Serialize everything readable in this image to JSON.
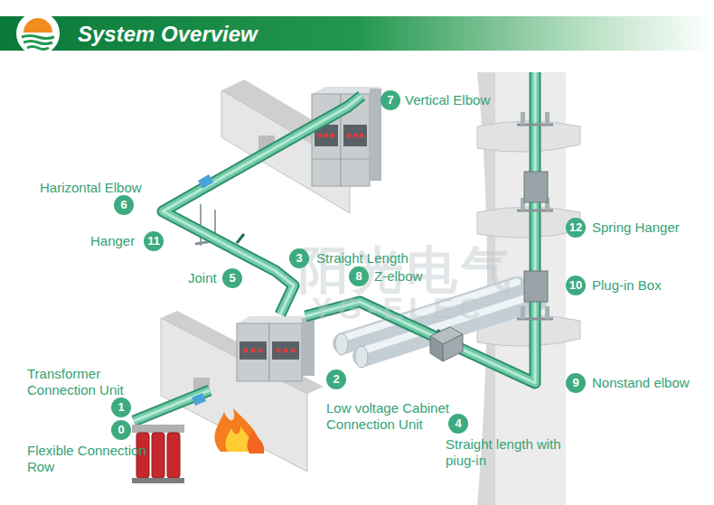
{
  "diagram": {
    "title": "System Overview",
    "nodes": [
      {
        "text": [
          "7",
          "Vertical Elbow"
        ]
      },
      {
        "text": [
          "6",
          "Harizontal Elbow"
        ]
      },
      {
        "text": [
          "12",
          "Spring Hanger"
        ]
      },
      {
        "text": [
          "11",
          "Hanger"
        ]
      },
      {
        "text": [
          "3",
          "Straight Length"
        ]
      },
      {
        "text": [
          "8",
          "Z-elbow"
        ]
      },
      {
        "text": [
          "5",
          "Joint"
        ]
      },
      {
        "text": [
          "10",
          "Plug-in Box"
        ]
      },
      {
        "text": [
          "1",
          "Transformer Connection Unit"
        ]
      },
      {
        "text": [
          "2",
          "Low voltage Cabinet Connection Unit"
        ]
      },
      {
        "text": [
          "9",
          "Nonstand elbow"
        ]
      },
      {
        "text": [
          "4",
          "Straight length with piug-in"
        ]
      },
      {
        "text": [
          "0",
          "Flexible Connection Row"
        ]
      }
    ],
    "labels": [
      "阳光电气",
      "YG-ELEC"
    ]
  }
}
